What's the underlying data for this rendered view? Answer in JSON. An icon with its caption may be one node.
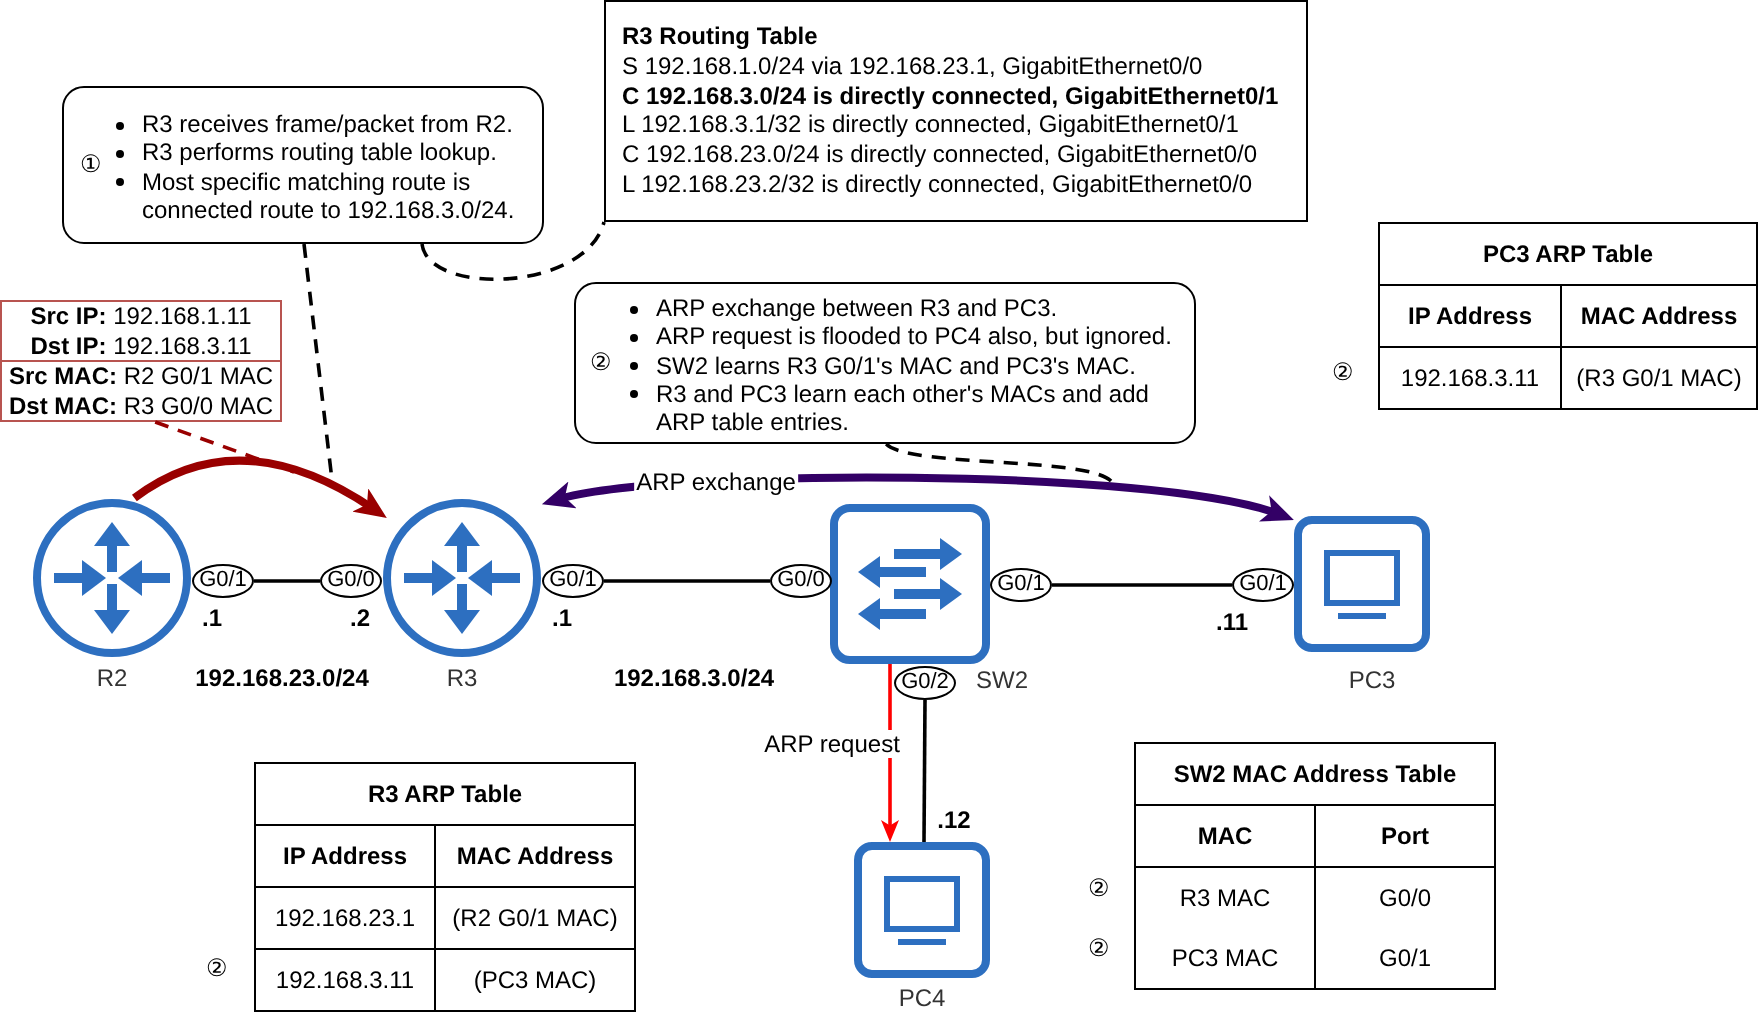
{
  "diagram": {
    "nodes": [
      {
        "text": [
          "①",
          "R3 receives frame/packet from R2.",
          "R3 performs routing table lookup.",
          "Most specific matching route is connected route to 192.168.3.0/24."
        ]
      },
      {
        "text": [
          "R3 Routing Table",
          "S 192.168.1.0/24 via 192.168.23.1, GigabitEthernet0/0",
          "C 192.168.3.0/24 is directly connected, GigabitEthernet0/1",
          "L 192.168.3.1/32 is directly connected, GigabitEthernet0/1",
          "C 192.168.23.0/24 is directly connected, GigabitEthernet0/0",
          "L 192.168.23.2/32 is directly connected, GigabitEthernet0/0"
        ]
      },
      {
        "text": [
          "②",
          "ARP exchange between R3 and PC3.",
          "ARP request is flooded to PC4 also, but ignored.",
          "SW2 learns R3 G0/1's MAC and PC3's MAC.",
          "R3 and PC3 learn each other's MACs and add ARP table entries."
        ]
      },
      {
        "text": [
          "PC3 ARP Table",
          "IP Address",
          "MAC Address",
          "192.168.3.11",
          "(R3 G0/1 MAC)"
        ],
        "beside": [
          "②"
        ]
      },
      {
        "text": [
          "**Src IP:** 192.168.1.11",
          "**Dst IP:** 192.168.3.11"
        ]
      },
      {
        "text": [
          "**Src MAC:** R2 G0/1 MAC",
          "**Dst MAC:** R3 G0/0 MAC"
        ]
      },
      {
        "text": [
          "R2"
        ]
      },
      {
        "text": [
          "G0/1"
        ]
      },
      {
        "text": [
          "G0/0"
        ]
      },
      {
        "text": [
          "R3"
        ]
      },
      {
        "text": [
          "G0/1"
        ]
      },
      {
        "text": [
          "G0/0"
        ]
      },
      {
        "text": [
          "SW2"
        ]
      },
      {
        "text": [
          "G0/1"
        ]
      },
      {
        "text": [
          "G0/1"
        ]
      },
      {
        "text": [
          "PC3"
        ]
      },
      {
        "text": [
          "G0/2"
        ]
      },
      {
        "text": [
          "R3 ARP Table",
          "IP Address",
          "MAC Address",
          "192.168.23.1",
          "(R2 G0/1 MAC)",
          "192.168.3.11",
          "(PC3 MAC)"
        ],
        "beside": [
          "②"
        ]
      },
      {
        "text": [
          "PC4"
        ]
      },
      {
        "text": [
          "SW2 MAC Address Table",
          "MAC",
          "Port",
          "R3 MAC",
          "G0/0",
          "PC3 MAC",
          "G0/1"
        ],
        "beside": [
          "②",
          "②"
        ]
      }
    ],
    "edges": [
      {
        "from": 0,
        "to": null,
        "arrow": "none",
        "style": "dashed"
      },
      {
        "from": 0,
        "to": 1,
        "arrow": "none",
        "style": "dashed"
      },
      {
        "from": 2,
        "to": null,
        "arrow": "none",
        "style": "dashed"
      },
      {
        "from": 5,
        "to": null,
        "arrow": "none",
        "style": "dashed",
        "color": "#990000"
      },
      {
        "from": 6,
        "to": 9,
        "arrow": "to",
        "style": "thick",
        "color": "#990000"
      },
      {
        "from": 7,
        "to": 8,
        "arrow": "none"
      },
      {
        "from": 9,
        "to": 15,
        "arrow": "both",
        "label": "ARP exchange",
        "style": "thick",
        "color": "#330066"
      },
      {
        "from": 10,
        "to": 11,
        "arrow": "none"
      },
      {
        "from": 13,
        "to": 14,
        "arrow": "none"
      },
      {
        "from": 12,
        "to": 18,
        "arrow": "to",
        "label": "ARP request",
        "color": "#ff0000"
      },
      {
        "from": 16,
        "to": 18,
        "arrow": "none"
      }
    ],
    "labels": [
      ".1",
      ".2",
      ".1",
      ".11",
      "192.168.23.0/24",
      "192.168.3.0/24",
      ".12"
    ]
  }
}
